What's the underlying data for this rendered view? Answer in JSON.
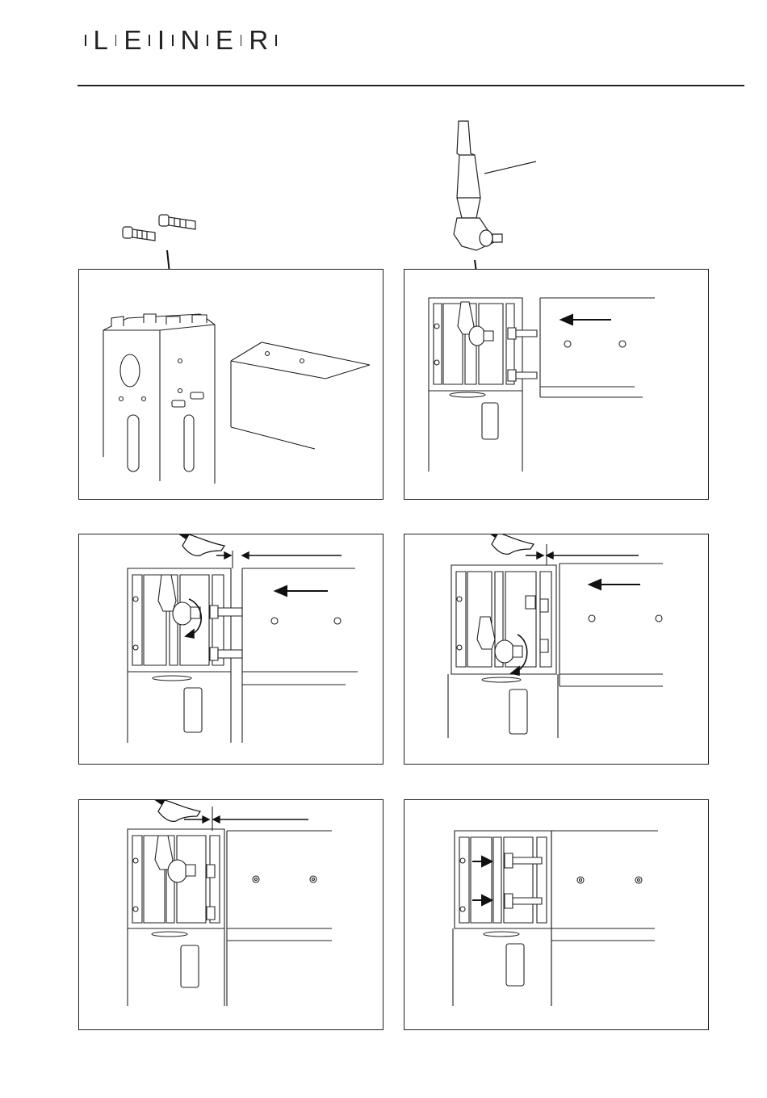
{
  "brand": {
    "letters": [
      "L",
      "E",
      "I",
      "N",
      "E",
      "R"
    ]
  },
  "figure": {
    "panels": [
      {
        "id": "step-1",
        "content": "screws-into-post-and-beam"
      },
      {
        "id": "step-2",
        "content": "insert-hex-key-push-beam"
      },
      {
        "id": "step-3",
        "content": "tighten-upper-connector-check-gap"
      },
      {
        "id": "step-4",
        "content": "tighten-lower-connector-check-gap"
      },
      {
        "id": "step-5",
        "content": "final-gap-check"
      },
      {
        "id": "step-6",
        "content": "insert-cover-plugs"
      }
    ],
    "icons": [
      "screw-icon",
      "hex-key-tool-icon",
      "pointing-hand-icon",
      "arrow-icon",
      "rotate-arrow-icon"
    ]
  }
}
